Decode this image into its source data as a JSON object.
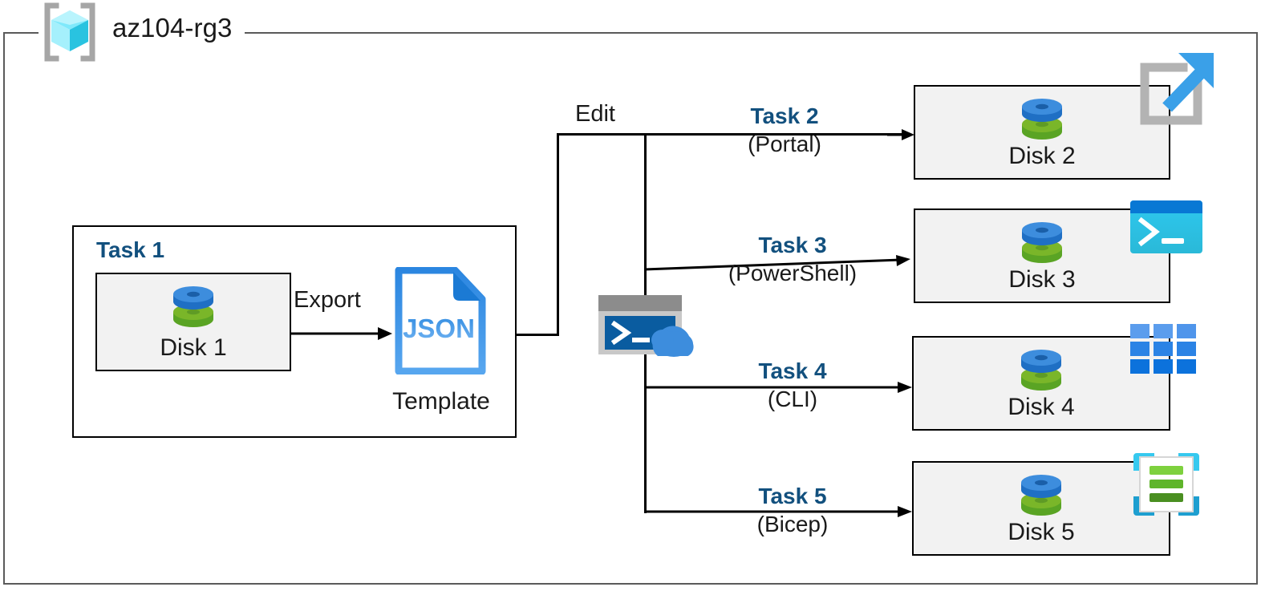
{
  "resource_group": {
    "name": "az104-rg3",
    "icon": "azure-resource-group-icon"
  },
  "task1": {
    "label": "Task 1",
    "disk": {
      "caption": "Disk 1",
      "icon": "managed-disk-icon"
    },
    "export_label": "Export",
    "template": {
      "file_type": "JSON",
      "caption": "Template",
      "icon": "json-file-icon"
    }
  },
  "edit": {
    "label": "Edit"
  },
  "cloud_shell": {
    "icon": "cloud-shell-icon"
  },
  "branches": [
    {
      "task": "Task 2",
      "tool": "(Portal)",
      "disk": "Disk 2",
      "tool_icon": "azure-portal-external-link-icon"
    },
    {
      "task": "Task 3",
      "tool": "(PowerShell)",
      "disk": "Disk 3",
      "tool_icon": "powershell-icon"
    },
    {
      "task": "Task 4",
      "tool": "(CLI)",
      "disk": "Disk 4",
      "tool_icon": "azure-cli-grid-icon"
    },
    {
      "task": "Task 5",
      "tool": "(Bicep)",
      "disk": "Disk 5",
      "tool_icon": "bicep-template-icon"
    }
  ],
  "colors": {
    "task_blue": "#12507e",
    "box_fill": "#f2f2f2",
    "box_border": "#000000",
    "frame_gray": "#5a5a5a",
    "disk_blue": "#3d8ddd",
    "disk_green": "#7ab629",
    "json_blue": "#2f8ae0",
    "powershell_cyan": "#31c6ee",
    "bicep_cyan": "#36c9ef",
    "portal_gray": "#b3b3b3",
    "portal_arrow_blue": "#3aa0e8"
  }
}
